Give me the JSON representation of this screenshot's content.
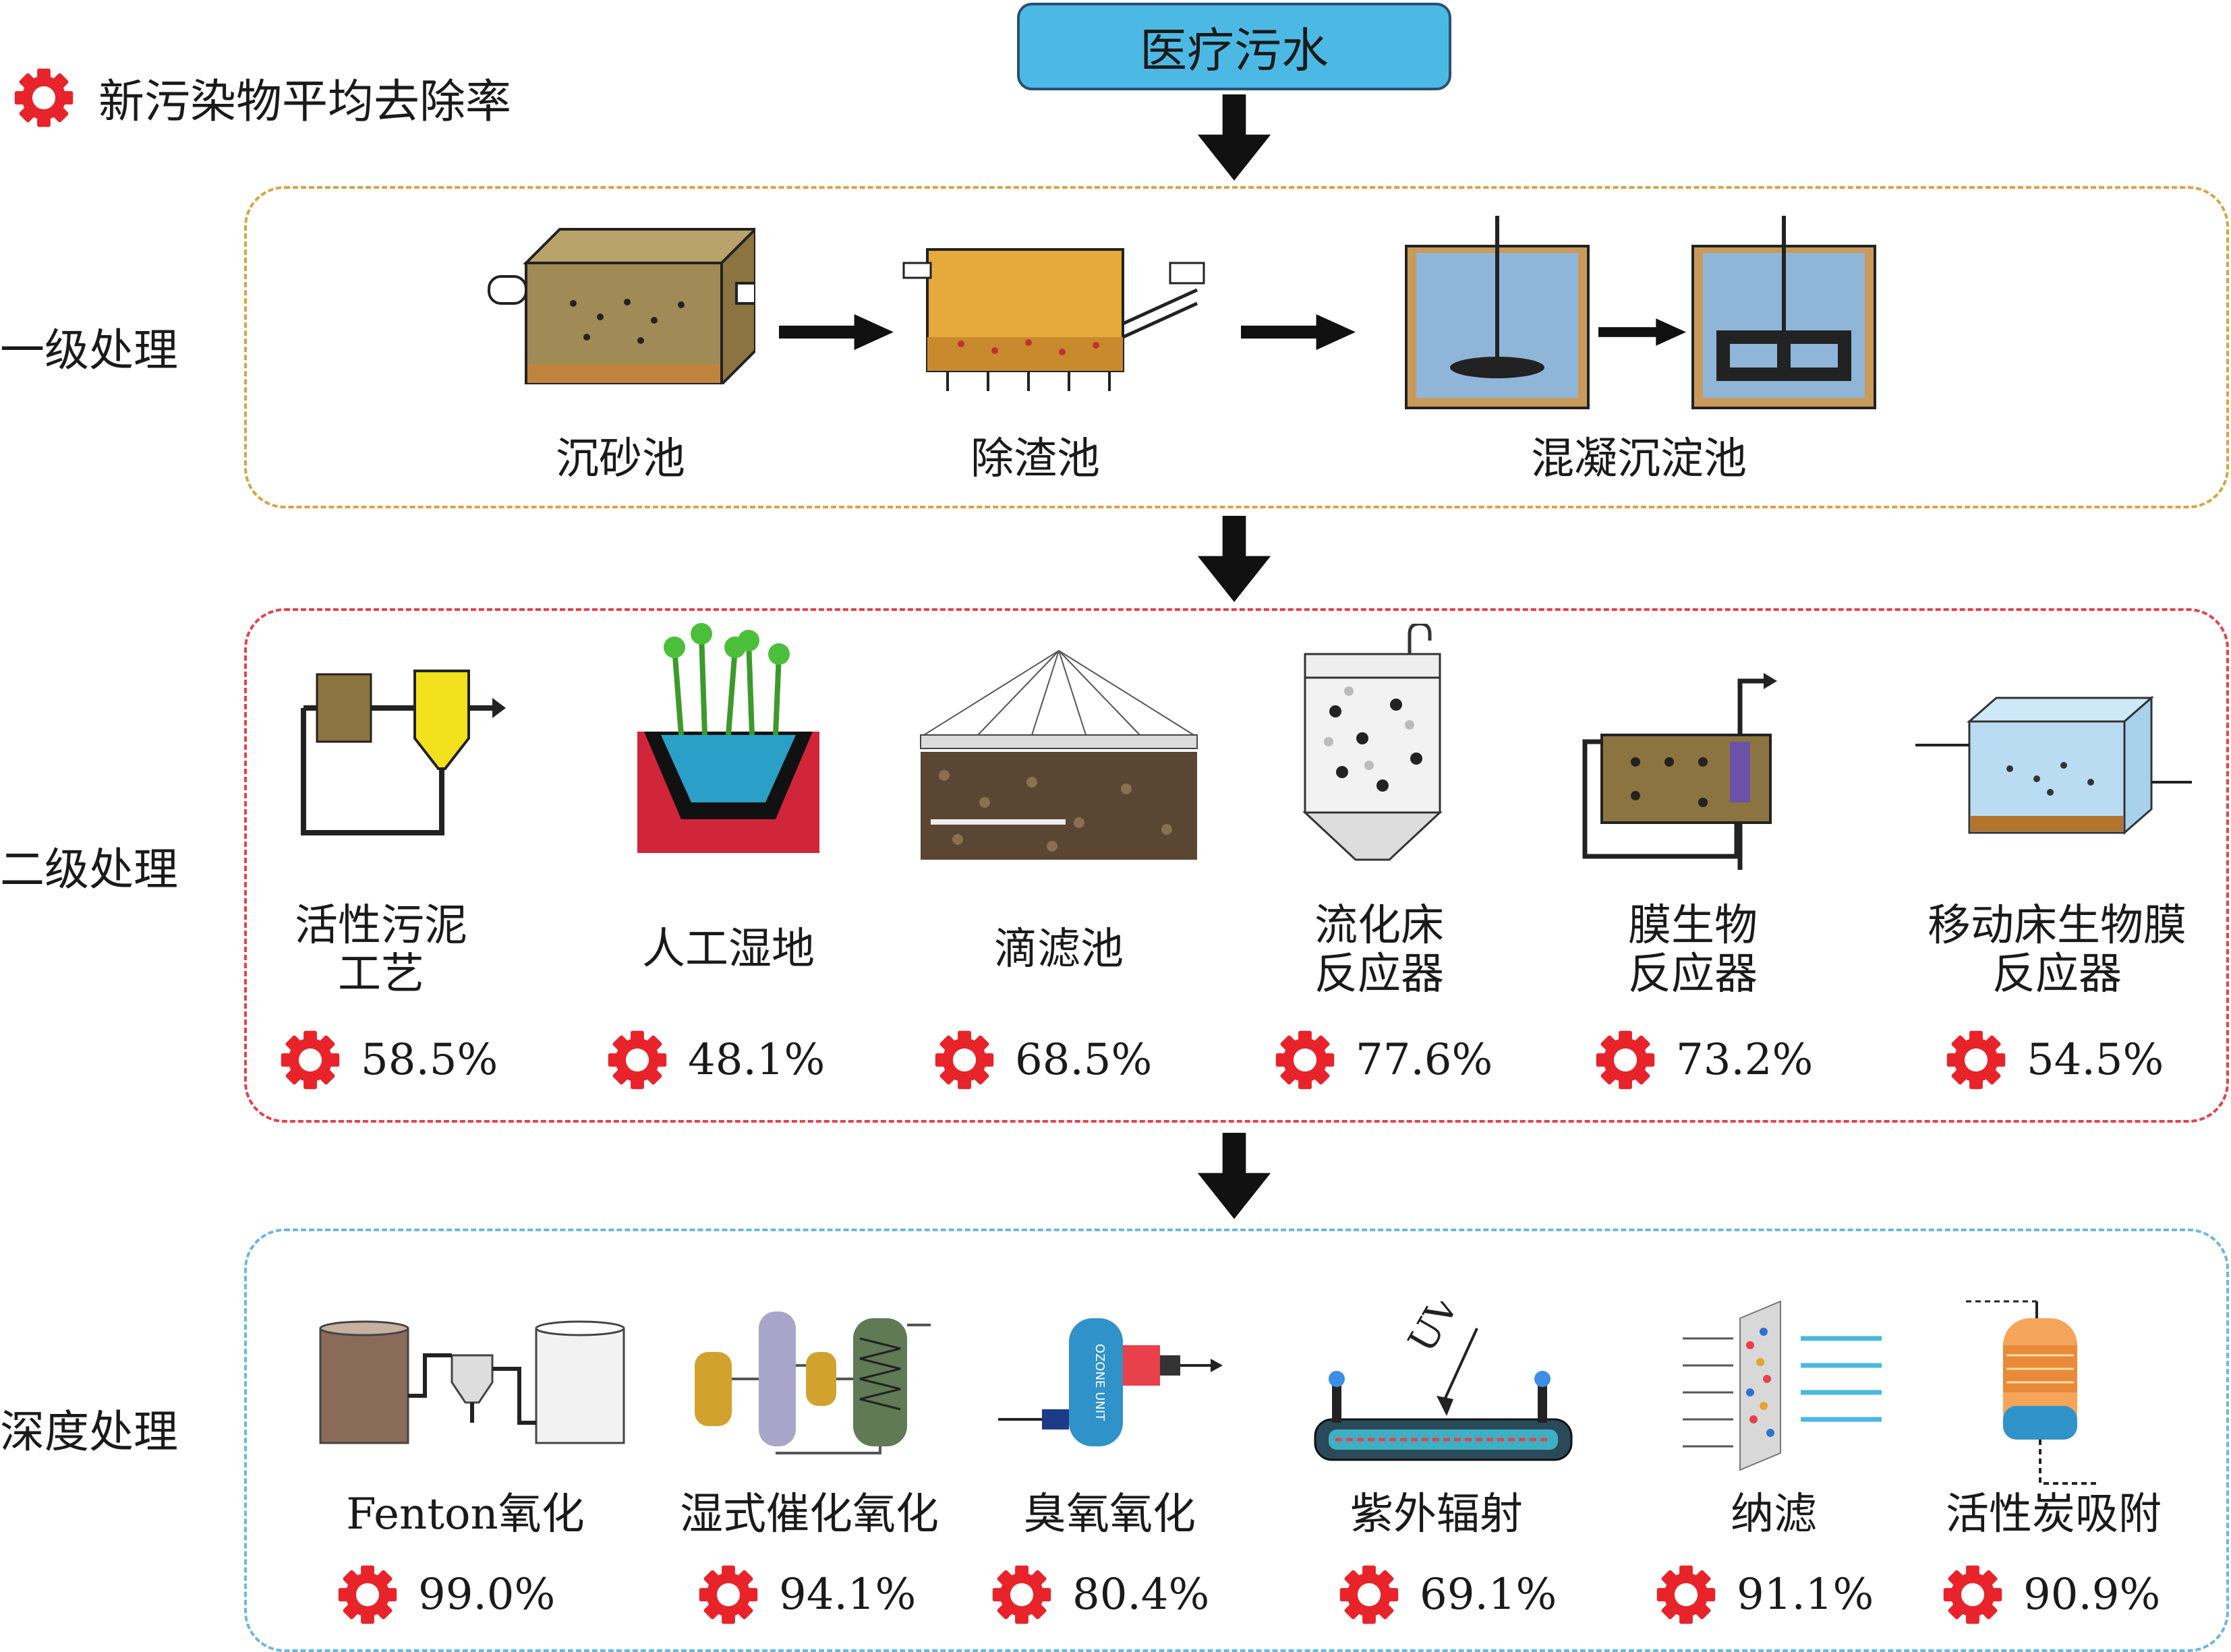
{
  "top_node": "医疗污水",
  "legend": {
    "text": "新污染物平均去除率",
    "icon": "gear-icon",
    "color": "#e8232a"
  },
  "stages": [
    {
      "label": "一级处理",
      "border_color": "#d9a441",
      "units": [
        {
          "name": "沉砂池"
        },
        {
          "name": "除渣池"
        },
        {
          "name": "混凝沉淀池"
        }
      ]
    },
    {
      "label": "二级处理",
      "border_color": "#e8414b",
      "units": [
        {
          "name": "活性污泥\n工艺",
          "rate": "58.5%"
        },
        {
          "name": "人工湿地",
          "rate": "48.1%"
        },
        {
          "name": "滴滤池",
          "rate": "68.5%"
        },
        {
          "name": "流化床\n反应器",
          "rate": "77.6%"
        },
        {
          "name": "膜生物\n反应器",
          "rate": "73.2%"
        },
        {
          "name": "移动床生物膜\n反应器",
          "rate": "54.5%"
        }
      ]
    },
    {
      "label": "深度处理",
      "border_color": "#6cb8e0",
      "units": [
        {
          "name": "Fenton氧化",
          "rate": "99.0%"
        },
        {
          "name": "湿式催化氧化",
          "rate": "94.1%"
        },
        {
          "name": "臭氧氧化",
          "rate": "80.4%"
        },
        {
          "name": "紫外辐射",
          "rate": "69.1%"
        },
        {
          "name": "纳滤",
          "rate": "91.1%"
        },
        {
          "name": "活性炭吸附",
          "rate": "90.9%"
        }
      ]
    }
  ],
  "illustration_text": {
    "uv": "UV",
    "ozone_unit": "OZONE UNIT"
  }
}
